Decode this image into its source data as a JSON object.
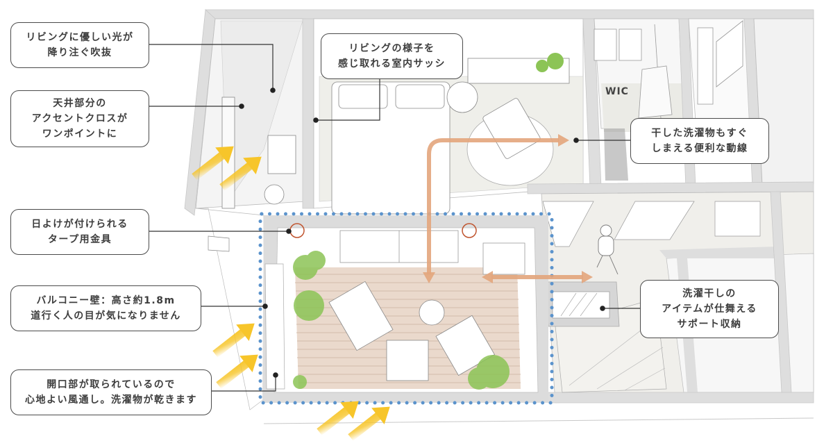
{
  "diagram": {
    "title": "Balcony floor plan illustration",
    "room_labels": {
      "wic": "WIC"
    },
    "colors": {
      "wall": "#dcdcdc",
      "floor": "#f1f0ec",
      "deck": "#e6d2c2",
      "circulation_arrow": "#e3a57c",
      "balcony_outline_dots": "#5b93cc",
      "sunlight_arrows": "#f7c52a",
      "tarp_fixture_ring": "#c0542e",
      "plant": "#8cc456",
      "callout_border": "#4a4a4a",
      "callout_text": "#3d3d3d"
    },
    "callouts": [
      {
        "id": "atrium",
        "lines": [
          "リビングに優しい光が",
          "降り注ぐ吹抜"
        ]
      },
      {
        "id": "ceiling-cloth",
        "lines": [
          "天井部分の",
          "アクセントクロスが",
          "ワンポイントに"
        ]
      },
      {
        "id": "tarp-fixture",
        "lines": [
          "日よけが付けられる",
          "タープ用金具"
        ]
      },
      {
        "id": "balcony-wall",
        "lines": [
          "バルコニー壁：高さ約1.8m",
          "道行く人の目が気になりません"
        ]
      },
      {
        "id": "opening",
        "lines": [
          "開口部が取られているので",
          "心地よい風通し。洗濯物が乾きます"
        ]
      },
      {
        "id": "indoor-sash",
        "lines": [
          "リビングの様子を",
          "感じ取れる室内サッシ"
        ]
      },
      {
        "id": "laundry-flow",
        "lines": [
          "干した洗濯物もすぐ",
          "しまえる便利な動線"
        ]
      },
      {
        "id": "support-storage",
        "lines": [
          "洗濯干しの",
          "アイテムが仕舞える",
          "サポート収納"
        ]
      }
    ]
  }
}
